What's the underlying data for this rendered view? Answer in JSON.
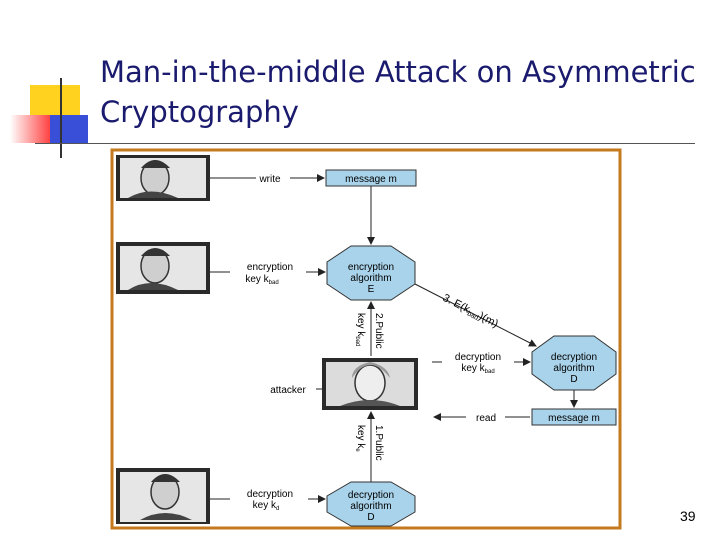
{
  "title": {
    "line1": "Man-in-the-middle Attack on Asymmetric",
    "line2": "Cryptography"
  },
  "page_number": "39",
  "diagram": {
    "labels": {
      "write": "write",
      "message_m_top": "message m",
      "encryption_key": "encryption",
      "encryption_key2": "key k",
      "encryption_key_sub": "bad",
      "enc_alg_1": "encryption",
      "enc_alg_2": "algorithm",
      "enc_alg_3": "E",
      "step2_1": "2.Public",
      "step2_2": "key k",
      "step2_sub": "bad",
      "step3": "3. E(k",
      "step3_sub": "bad",
      "step3_end": ")(m)",
      "dec_alg_right_1": "decryption",
      "dec_alg_right_2": "algorithm",
      "dec_alg_right_3": "D",
      "decryption_key_mid": "decryption",
      "decryption_key_mid2": "key k",
      "decryption_key_mid_sub": "bad",
      "attacker": "attacker",
      "read": "read",
      "message_m_bottom": "message m",
      "step1_1": "1.Public",
      "step1_2": "key k",
      "step1_sub": "e",
      "decryption_key_bottom": "decryption",
      "decryption_key_bottom2": "key k",
      "decryption_key_bottom_sub": "d",
      "dec_alg_bottom_1": "decryption",
      "dec_alg_bottom_2": "algorithm",
      "dec_alg_bottom_3": "D"
    }
  },
  "colors": {
    "title": "#1a1a6e",
    "frame": "#c47a1c",
    "box_fill": "#a9d3ea",
    "deco_yellow": "#ffd21f",
    "deco_red": "#ff2b2b",
    "deco_blue": "#3a4fd8"
  }
}
